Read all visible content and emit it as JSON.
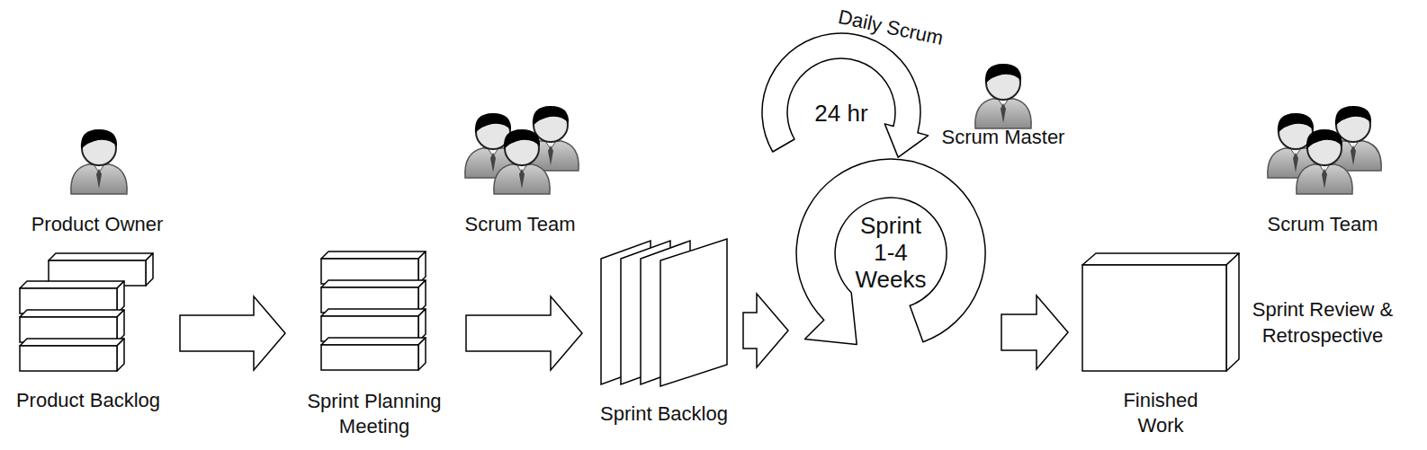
{
  "diagram": {
    "nodes": [
      {
        "text": [
          "Product Backlog"
        ]
      },
      {
        "text": [
          "Sprint Planning Meeting"
        ]
      },
      {
        "text": [
          "Sprint Backlog"
        ]
      },
      {
        "text": [
          "Daily Scrum",
          "24 hr"
        ]
      },
      {
        "text": [
          "Sprint 1-4 Weeks"
        ]
      },
      {
        "text": [
          "Finished Work"
        ]
      }
    ],
    "edges": [
      {
        "from": 0,
        "to": 1,
        "arrow": "to"
      },
      {
        "from": 1,
        "to": 2,
        "arrow": "to"
      },
      {
        "from": 2,
        "to": 4,
        "arrow": "to"
      },
      {
        "from": 4,
        "to": 5,
        "arrow": "to"
      }
    ],
    "labels": [
      "Product Owner",
      "Scrum Team",
      "Scrum Master",
      "Scrum Team",
      "Sprint Review & Retrospective"
    ]
  }
}
